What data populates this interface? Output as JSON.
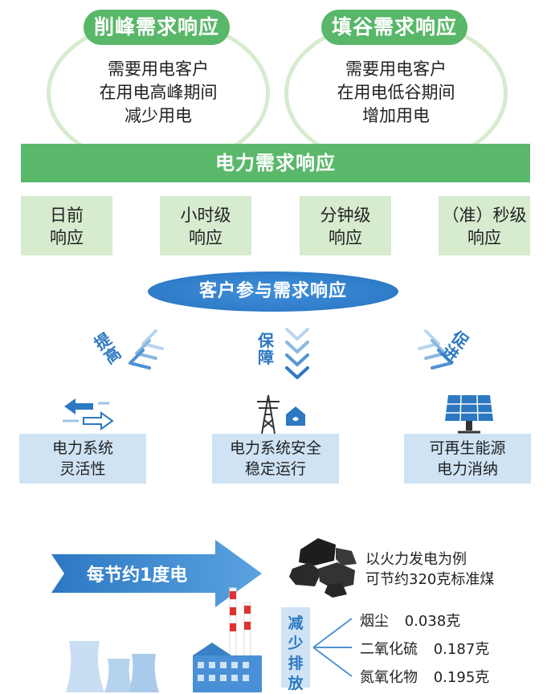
{
  "peak_shaving": {
    "title": "削峰需求响应",
    "lines": [
      "需要用电客户",
      "在用电高峰期间",
      "减少用电"
    ]
  },
  "valley_filling": {
    "title": "填谷需求响应",
    "lines": [
      "需要用电客户",
      "在用电低谷期间",
      "增加用电"
    ]
  },
  "main_bar": "电力需求响应",
  "levels": [
    [
      "日前",
      "响应"
    ],
    [
      "小时级",
      "响应"
    ],
    [
      "分钟级",
      "响应"
    ],
    [
      "（准）秒级",
      "响应"
    ]
  ],
  "customer_ellipse": "客户参与需求响应",
  "actions": {
    "left": "提高",
    "center": "保障",
    "right": "促进"
  },
  "effects": [
    [
      "电力系统",
      "灵活性"
    ],
    [
      "电力系统安全",
      "稳定运行"
    ],
    [
      "可再生能源",
      "电力消纳"
    ]
  ],
  "saving_arrow": "每节约1度电",
  "coal": [
    "以火力发电为例",
    "可节约320克标准煤"
  ],
  "reduce_label": "减少排放",
  "emissions": [
    {
      "name": "烟尘",
      "value": "0.038克"
    },
    {
      "name": "二氧化硫",
      "value": "0.187克"
    },
    {
      "name": "氮氧化物",
      "value": "0.195克"
    }
  ],
  "colors": {
    "green": "#58b768",
    "light_green": "#d7ebcf",
    "blue": "#2d78c2",
    "light_blue": "#cfe3f5"
  }
}
